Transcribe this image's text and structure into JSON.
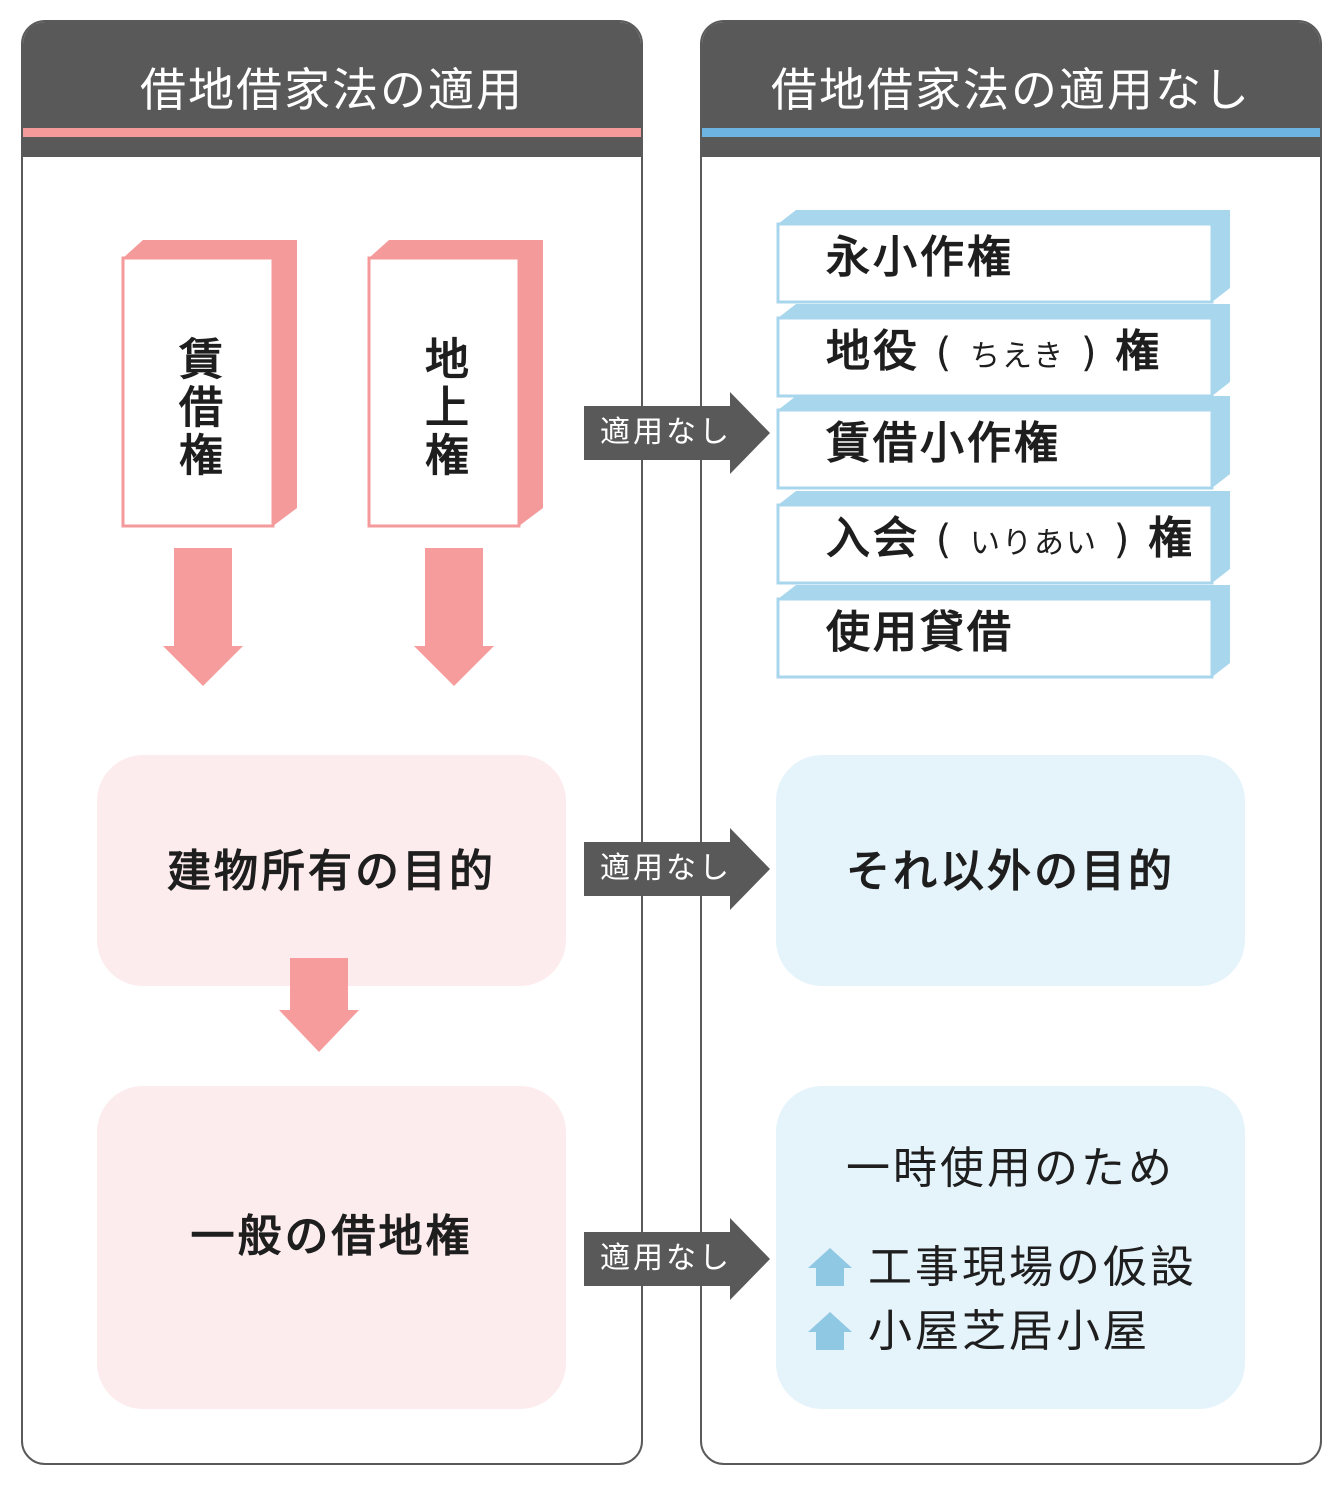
{
  "left_panel": {
    "title": "借地借家法の適用",
    "books": [
      "賃借権",
      "地上権"
    ],
    "purpose_box": "建物所有の目的",
    "result_box": "一般の借地権"
  },
  "right_panel": {
    "title": "借地借家法の適用なし",
    "rights": [
      {
        "main": "永小作権"
      },
      {
        "pre": "地役",
        "reading": "ちえき",
        "post": "権"
      },
      {
        "main": "賃借小作権"
      },
      {
        "pre": "入会",
        "reading": "いりあい",
        "post": "権"
      },
      {
        "main": "使用貸借"
      }
    ],
    "other_purpose_box": "それ以外の目的",
    "temporary_box": {
      "title": "一時使用のため",
      "items": [
        "工事現場の仮設",
        "小屋芝居小屋"
      ]
    }
  },
  "arrow_label": "適用なし",
  "colors": {
    "header": "#595959",
    "pink_accent": "#f59a9b",
    "blue_accent": "#6db4e2",
    "pink_fill": "#fdeced",
    "blue_fill": "#e5f3fb",
    "book_side": "#a8d6ec",
    "house_icon": "#8ec8e2"
  }
}
